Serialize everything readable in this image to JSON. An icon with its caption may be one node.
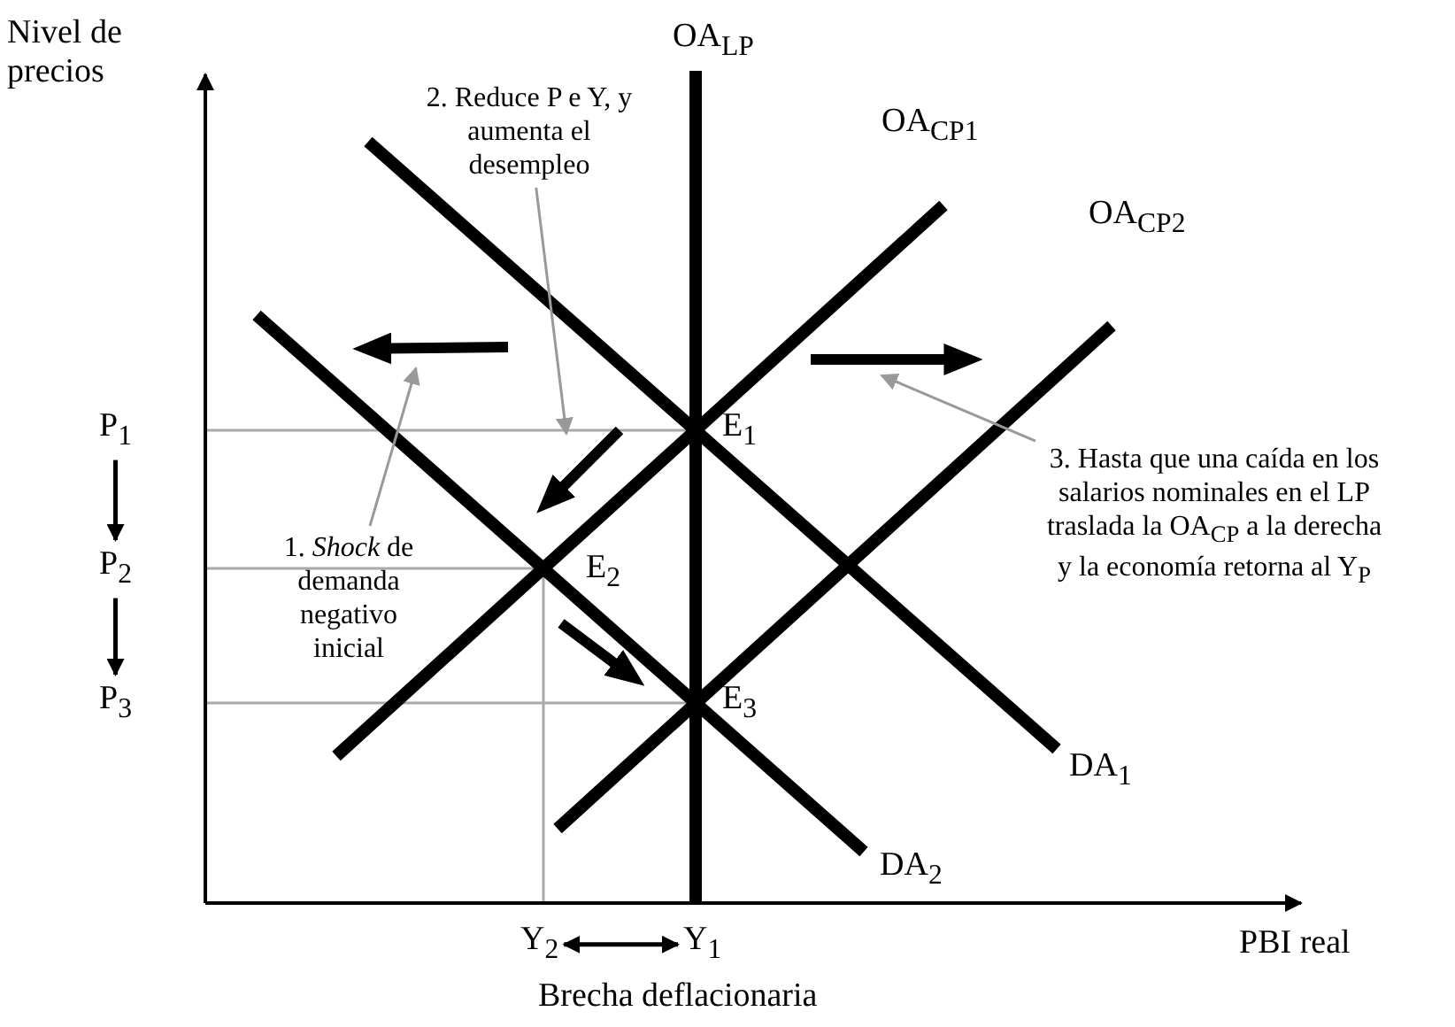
{
  "diagram": {
    "nodes": [
      {
        "text": [
          "P$_{1}$"
        ]
      },
      {
        "text": [
          "P$_{2}$"
        ]
      },
      {
        "text": [
          "P$_{3}$"
        ]
      },
      {
        "text": [
          "Y$_{2}$"
        ]
      },
      {
        "text": [
          "Y$_{1}$"
        ]
      },
      {
        "text": [
          "1. *Shock* de demanda negativo inicial"
        ]
      },
      {
        "text": [
          "2. Reduce P e Y, y aumenta el desempleo"
        ]
      },
      {
        "text": [
          "3. Hasta que una caída en los salarios nominales en el LP traslada la OA$_{CP}$ a la derecha y la economía retorna al Y$_{P}$"
        ]
      }
    ],
    "edges": [
      {
        "from": 0,
        "to": 1,
        "arrow": "to"
      },
      {
        "from": 1,
        "to": 2,
        "arrow": "to"
      },
      {
        "from": 3,
        "to": 4,
        "arrow": "both"
      },
      {
        "from": 5,
        "to": null,
        "arrow": "to",
        "color": "#999999"
      },
      {
        "from": 6,
        "to": null,
        "arrow": "to",
        "color": "#999999"
      },
      {
        "from": 7,
        "to": null,
        "arrow": "to",
        "color": "#999999"
      }
    ],
    "labels": [
      "Nivel de precios",
      "OA$_{LP}$",
      "OA$_{CP1}$",
      "OA$_{CP2}$",
      "E$_{1}$",
      "E$_{2}$",
      "E$_{3}$",
      "DA$_{1}$",
      "DA$_{2}$",
      "PBI real",
      "Brecha deflacionaria"
    ]
  }
}
